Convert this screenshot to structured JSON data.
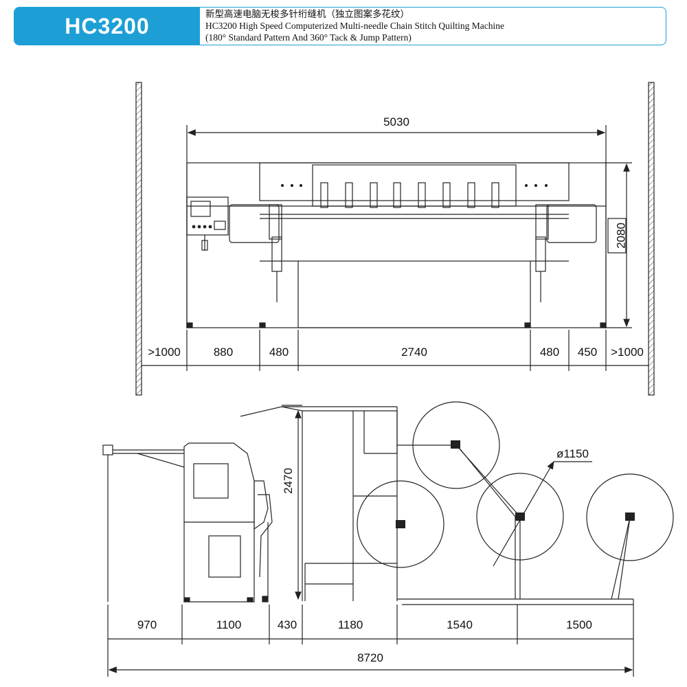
{
  "header": {
    "model": "HC3200",
    "title_cn": "新型高速电脑无梭多针绗缝机（独立图案多花纹）",
    "title_en": "HC3200 High Speed Computerized Multi-needle Chain Stitch Quilting Machine",
    "subtitle_en": "(180° Standard Pattern And 360° Tack & Jump Pattern)"
  },
  "colors": {
    "accent": "#1d9fd6",
    "line": "#222222"
  },
  "front_view": {
    "overall_width": "5030",
    "height": "2080",
    "bottom_dims": [
      ">1000",
      "880",
      "480",
      "2740",
      "480",
      "450",
      ">1000"
    ]
  },
  "side_view": {
    "height": "2470",
    "roll_diameter": "ø1150",
    "bottom_dims": [
      "970",
      "1100",
      "430",
      "1180",
      "1540",
      "1500"
    ],
    "overall_length": "8720"
  }
}
